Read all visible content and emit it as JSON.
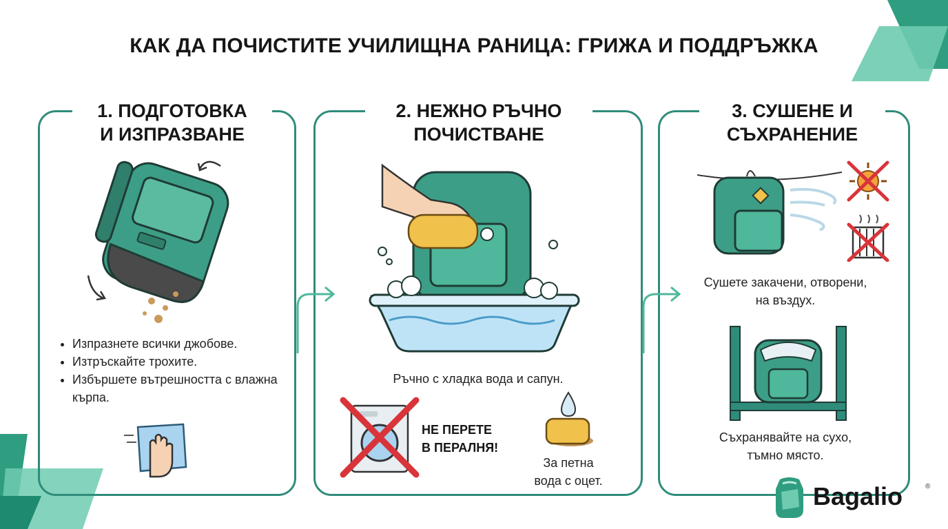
{
  "title": "КАК ДА ПОЧИСТИТЕ УЧИЛИЩНА РАНИЦА: ГРИЖА И ПОДДРЪЖКА",
  "colors": {
    "accent": "#2f8c7a",
    "accent_light": "#4fb79c",
    "backpack": "#3c9e86",
    "warning_red": "#d9343a",
    "water": "#9fd2ef",
    "sponge": "#f0c14b"
  },
  "steps": [
    {
      "title_line1": "1. ПОДГОТОВКА",
      "title_line2": "И ИЗПРАЗВАНЕ",
      "bullets": [
        "Изпразнете всички джобове.",
        "Изтръскайте трохите.",
        "Избършете вътрешността с влажна кърпа."
      ],
      "icons": [
        "backpack-shake-icon",
        "cloth-wipe-icon"
      ]
    },
    {
      "title_line1": "2. НЕЖНО РЪЧНО",
      "title_line2": "ПОЧИСТВАНЕ",
      "caption": "Ръчно с хладка вода и сапун.",
      "warning_line1": "НЕ ПЕРЕТЕ",
      "warning_line2": "В ПЕРАЛНЯ!",
      "stain_line1": "За петна",
      "stain_line2": "вода с оцет.",
      "icons": [
        "hand-wash-basin-icon",
        "no-washing-machine-icon",
        "sponge-vinegar-icon"
      ]
    },
    {
      "title_line1": "3. СУШЕНЕ И",
      "title_line2": "СЪХРАНЕНИЕ",
      "dry_line1": "Сушете закачени, отворени,",
      "dry_line2": "на въздух.",
      "store_line1": "Съхранявайте на сухо,",
      "store_line2": "тъмно място.",
      "icons": [
        "hanging-backpack-icon",
        "no-sun-icon",
        "no-radiator-icon",
        "shelf-backpack-icon"
      ]
    }
  ],
  "brand": {
    "name": "Bagalio",
    "registered": "®"
  }
}
